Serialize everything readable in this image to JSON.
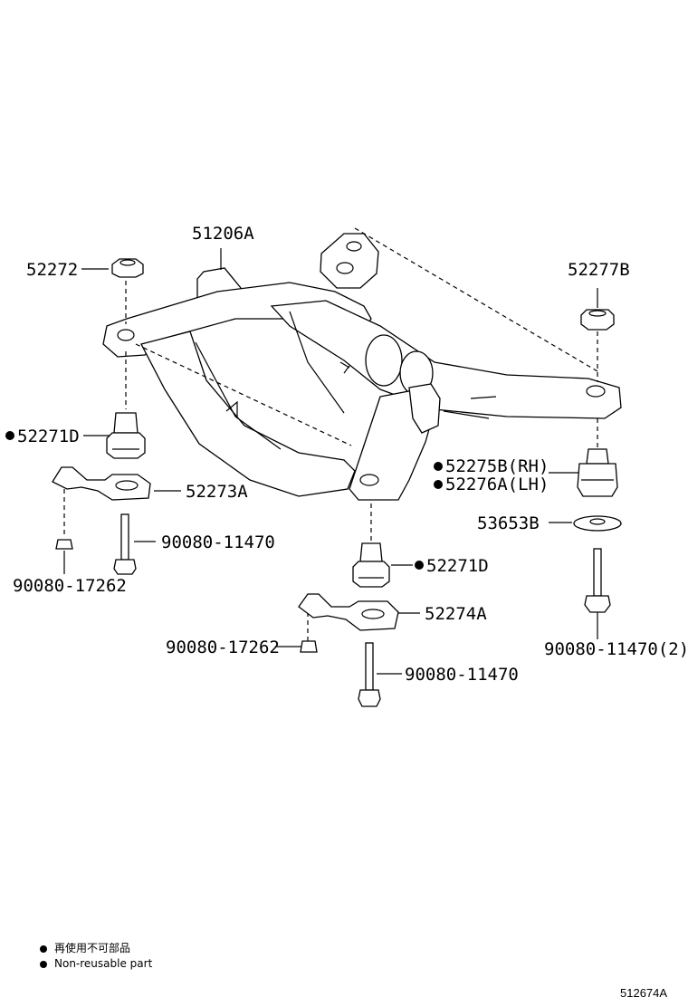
{
  "callouts": {
    "subframe": "51206A",
    "stopper_top_left": "52272",
    "stopper_top_right": "52277B",
    "cushion_left": "52271D",
    "cushion_right_rh": "52275B(RH)",
    "cushion_right_lh": "52276A(LH)",
    "brace_left": "52273A",
    "brace_center": "52274A",
    "retainer": "53653B",
    "bolt_left": "90080-11470",
    "nut_left": "90080-17262",
    "cushion_center": "52271D",
    "nut_center": "90080-17262",
    "bolt_center": "90080-11470",
    "bolt_right": "90080-11470(2)"
  },
  "legend": {
    "line_jp": "再使用不可部品",
    "line_en": "Non-reusable part"
  },
  "diagram_id": "512674A",
  "icons": [
    "non-reusable-dot-icon"
  ]
}
